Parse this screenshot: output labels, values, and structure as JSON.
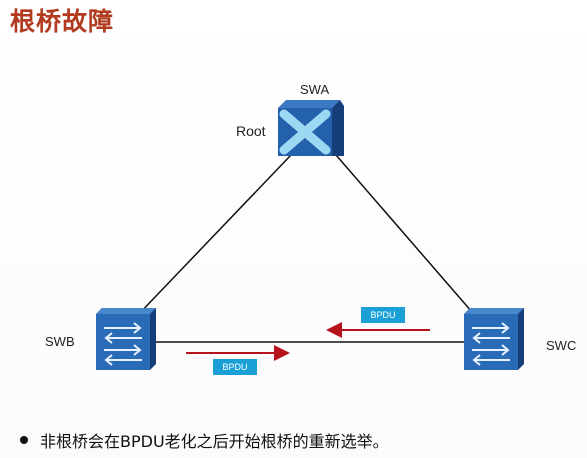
{
  "title": "根桥故障",
  "nodes": {
    "swa": {
      "label": "SWA",
      "role": "Root"
    },
    "swb": {
      "label": "SWB"
    },
    "swc": {
      "label": "SWC"
    }
  },
  "bpdu_labels": {
    "upper": "BPDU",
    "lower": "BPDU"
  },
  "note": "非根桥会在BPDU老化之后开始根桥的重新选举。",
  "colors": {
    "title": "#b23b1f",
    "switch": "#1f5aa6",
    "bpdu_box": "#1aa0d7",
    "arrow": "#b5121b",
    "failed_mark": "#8fd0ee"
  },
  "icons": {
    "swa": "switch-failed-icon",
    "swb": "switch-icon",
    "swc": "switch-icon"
  }
}
